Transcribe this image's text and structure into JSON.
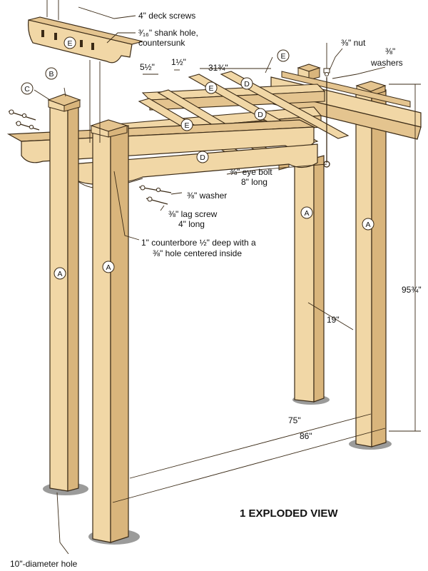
{
  "figure": {
    "title": "1 EXPLODED VIEW"
  },
  "callouts": {
    "deck_screws": "4\" deck screws",
    "shank_hole_1": "³⁄₁₆\" shank hole,",
    "shank_hole_2": "countersunk",
    "nut": "⅜\" nut",
    "washers_1": "⅜\"",
    "washers_2": "washers",
    "eye_bolt_1": "⅜\" eye bolt",
    "eye_bolt_2": "8\" long",
    "washer": "⅜\" washer",
    "lag_screw_1": "⅜\" lag screw",
    "lag_screw_2": "4\" long",
    "counterbore_1": "1\" counterbore ½\" deep with a",
    "counterbore_2": "⅜\" hole centered inside",
    "hole": "10\"-diameter hole"
  },
  "dimensions": {
    "d_5_5": "5½\"",
    "d_1_5": "1½\"",
    "d_31_75": "31¾\"",
    "d_95_75": "95¾\"",
    "d_19": "19\"",
    "d_75": "75\"",
    "d_86": "86\""
  },
  "part_tags": {
    "A": "A",
    "B": "B",
    "C": "C",
    "D": "D",
    "E": "E"
  },
  "colors": {
    "wood": "#f1d7a6",
    "wood_dark": "#d9b57c",
    "wood_side": "#e4c48f",
    "line": "#3a2a16",
    "ground": "#8a8a88"
  }
}
